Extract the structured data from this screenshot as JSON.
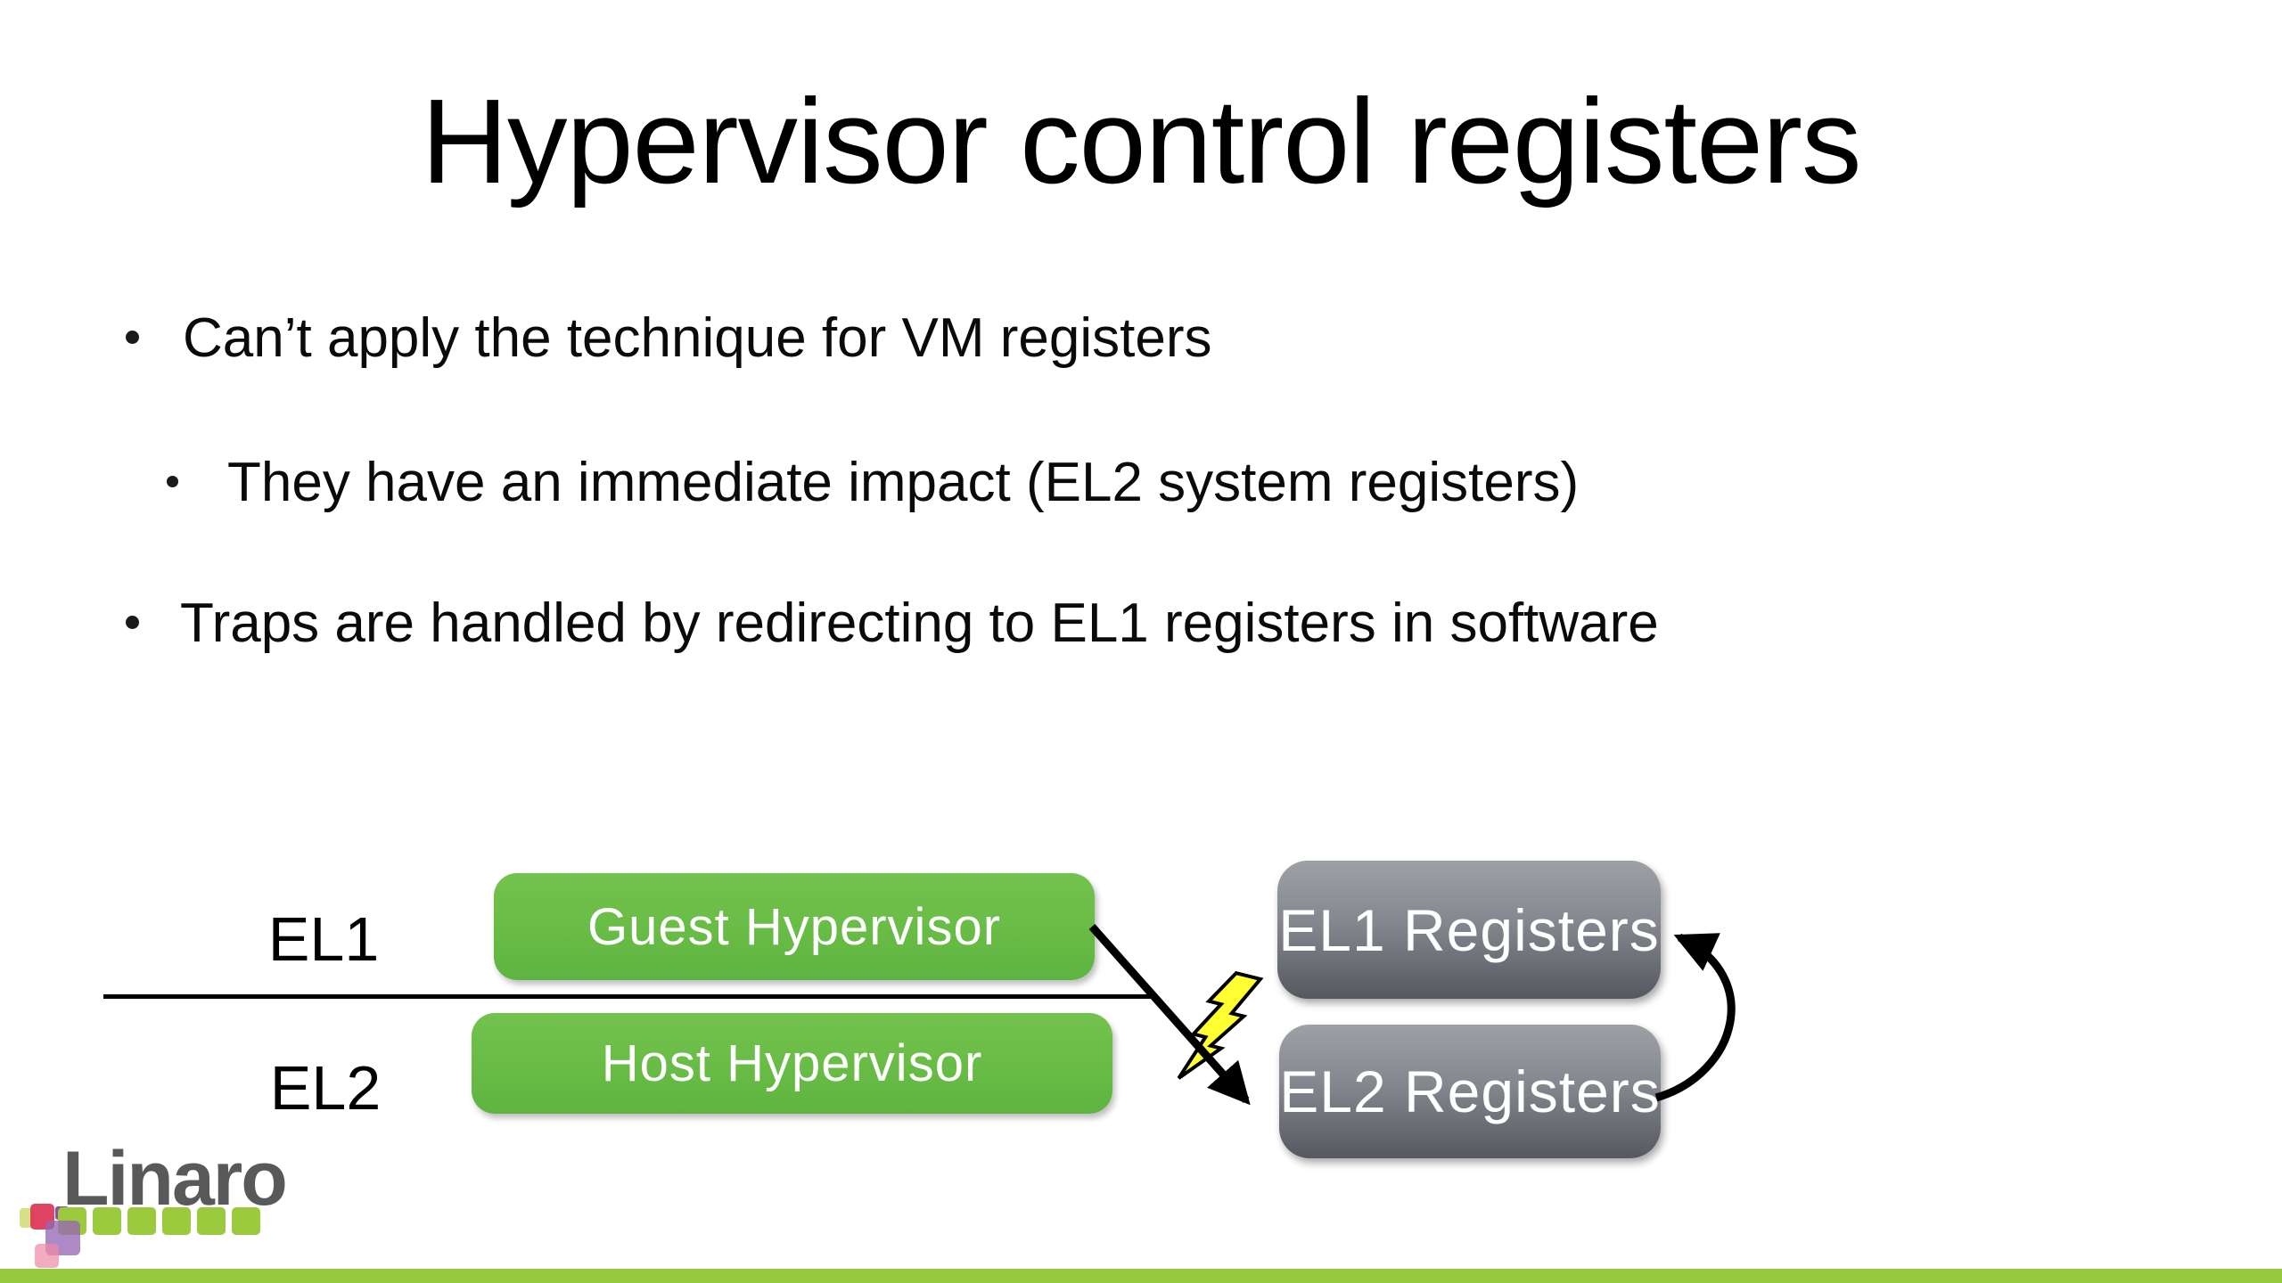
{
  "slide": {
    "title": "Hypervisor control registers",
    "bullets": [
      {
        "level": 1,
        "text": "Can’t apply the technique for VM registers"
      },
      {
        "level": 2,
        "text": "They have an immediate impact (EL2 system registers)"
      },
      {
        "level": 1,
        "text": "Traps are handled by redirecting to EL1 registers in software"
      }
    ],
    "diagram": {
      "el1_label": "EL1",
      "el2_label": "EL2",
      "guest_box_label": "Guest Hypervisor",
      "host_box_label": "Host Hypervisor",
      "el1_registers_label": "EL1 Registers",
      "el2_registers_label": "EL2 Registers",
      "icons": [
        {
          "name": "lightning-bolt-icon",
          "glyph": "⚡",
          "meaning": "trap on register access"
        },
        {
          "name": "trap-arrow",
          "shape": "diagonal arrow from Guest Hypervisor to EL2 Registers"
        },
        {
          "name": "redirect-arrow",
          "shape": "curved arrow from EL2 Registers to EL1 Registers"
        }
      ]
    },
    "logo": {
      "text": "Linaro"
    },
    "colors": {
      "green_box": "#68bc45",
      "gray_box_top": "#9da1a6",
      "gray_box_bottom": "#55595f",
      "bolt_yellow": "#ffff31",
      "linaro_text_gray": "#58595b",
      "linaro_green": "#9bca3c",
      "bottom_bar_green": "#96c93c",
      "text_black": "#000000",
      "box_text_white": "#ffffff"
    }
  }
}
